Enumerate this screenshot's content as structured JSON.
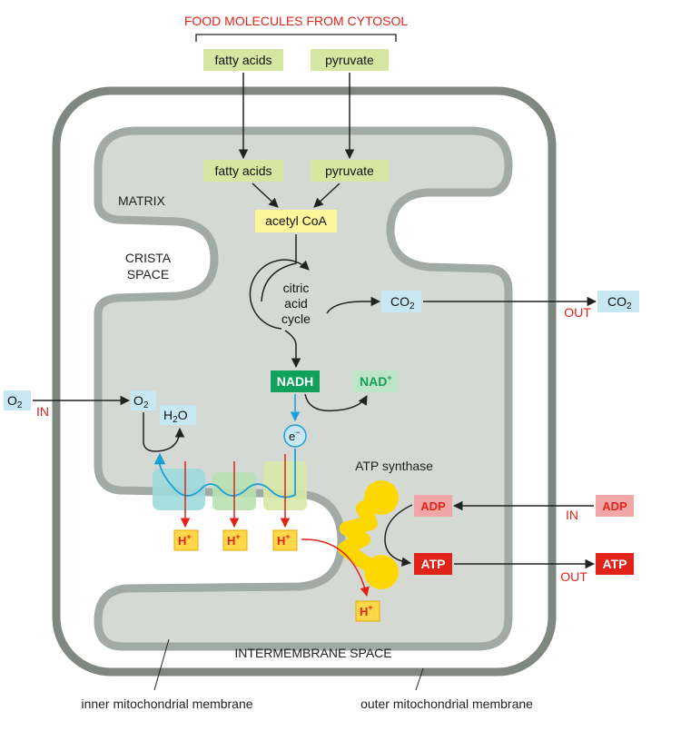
{
  "labels": {
    "food_molecules": "FOOD MOLECULES FROM CYTOSOL",
    "fatty_acids_top": "fatty acids",
    "pyruvate_top": "pyruvate",
    "fatty_acids_matrix": "fatty acids",
    "pyruvate_matrix": "pyruvate",
    "matrix": "MATRIX",
    "acetyl_coa": "acetyl CoA",
    "crista_space_line1": "CRISTA",
    "crista_space_line2": "SPACE",
    "citric_line1": "citric",
    "citric_line2": "acid",
    "citric_line3": "cycle",
    "co2_inner": "CO",
    "co2_outer": "CO",
    "co2_sub": "2",
    "out_co2": "OUT",
    "o2_outer": "O",
    "o2_inner": "O",
    "o2_sub": "2",
    "in_o2": "IN",
    "h2o_h": "H",
    "h2o_sub": "2",
    "h2o_o": "O",
    "nadh": "NADH",
    "nad_plus": "NAD",
    "plus": "+",
    "electron": "e",
    "minus": "−",
    "atp_synthase": "ATP synthase",
    "adp_inner": "ADP",
    "adp_outer": "ADP",
    "in_adp": "IN",
    "atp_inner": "ATP",
    "atp_outer": "ATP",
    "out_atp": "OUT",
    "h_plus": "H",
    "intermembrane_space": "INTERMEMBRANE SPACE",
    "inner_membrane": "inner mitochondrial membrane",
    "outer_membrane": "outer mitochondrial membrane"
  },
  "colors": {
    "outer_membrane": "#7f8781",
    "inner_membrane": "#a2aaa5",
    "matrix_fill": "#d4d9d4",
    "green_box": "#d5e7a1",
    "yellow_box": "#fff59a",
    "blue_box": "#c7e7f3",
    "nadh_box": "#11a15a",
    "nad_box": "#bfe5c8",
    "adp_box": "#f0a6a7",
    "atp_box": "#e2231a",
    "hplus_box": "#ffd84a",
    "accent_red": "#e2231a",
    "electron_blue": "#1aa0d8",
    "atp_synthase": "#ffd700",
    "complex1": "#9fd9d9",
    "complex2": "#b9e0b2",
    "complex3": "#d8e8a8"
  }
}
